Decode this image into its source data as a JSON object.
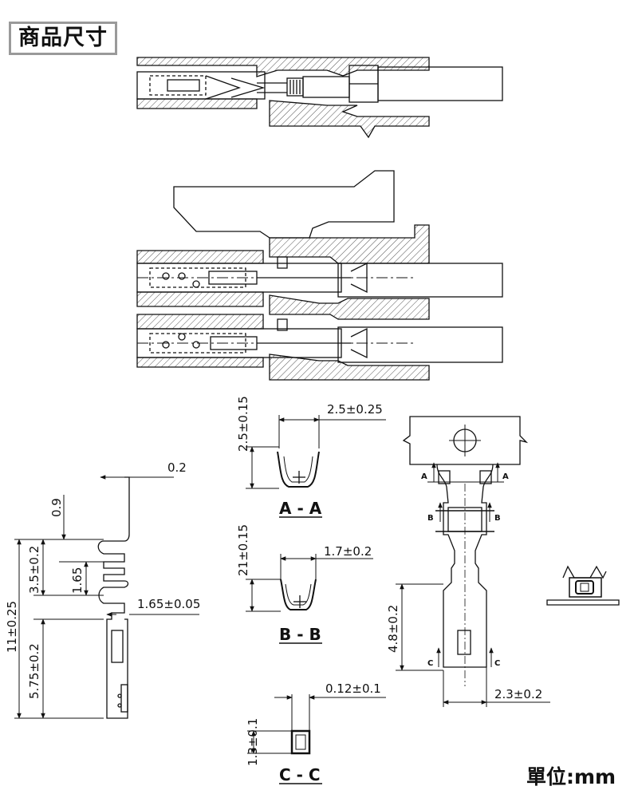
{
  "header": {
    "title": "商品尺寸"
  },
  "footer": {
    "unit": "單位:mm"
  },
  "dimensions": {
    "thickness": "0.2",
    "d_0_9": "0.9",
    "d_3_5": "3.5±0.2",
    "d_1_65": "1.65",
    "d_11": "11±0.25",
    "d_1_65w": "1.65±0.05",
    "d_5_75": "5.75±0.2",
    "aa_height": "2.5±0.15",
    "aa_width": "2.5±0.25",
    "bb_height": "21±0.15",
    "bb_width": "1.7±0.2",
    "cc_thick": "0.12±0.1",
    "cc_height": "1.3±0.1",
    "d_4_8": "4.8±0.2",
    "d_2_3": "2.3±0.2"
  },
  "sections": {
    "aa": "A - A",
    "bb": "B - B",
    "cc": "C - C",
    "mark_a": "A",
    "mark_b": "B",
    "mark_c": "C"
  }
}
